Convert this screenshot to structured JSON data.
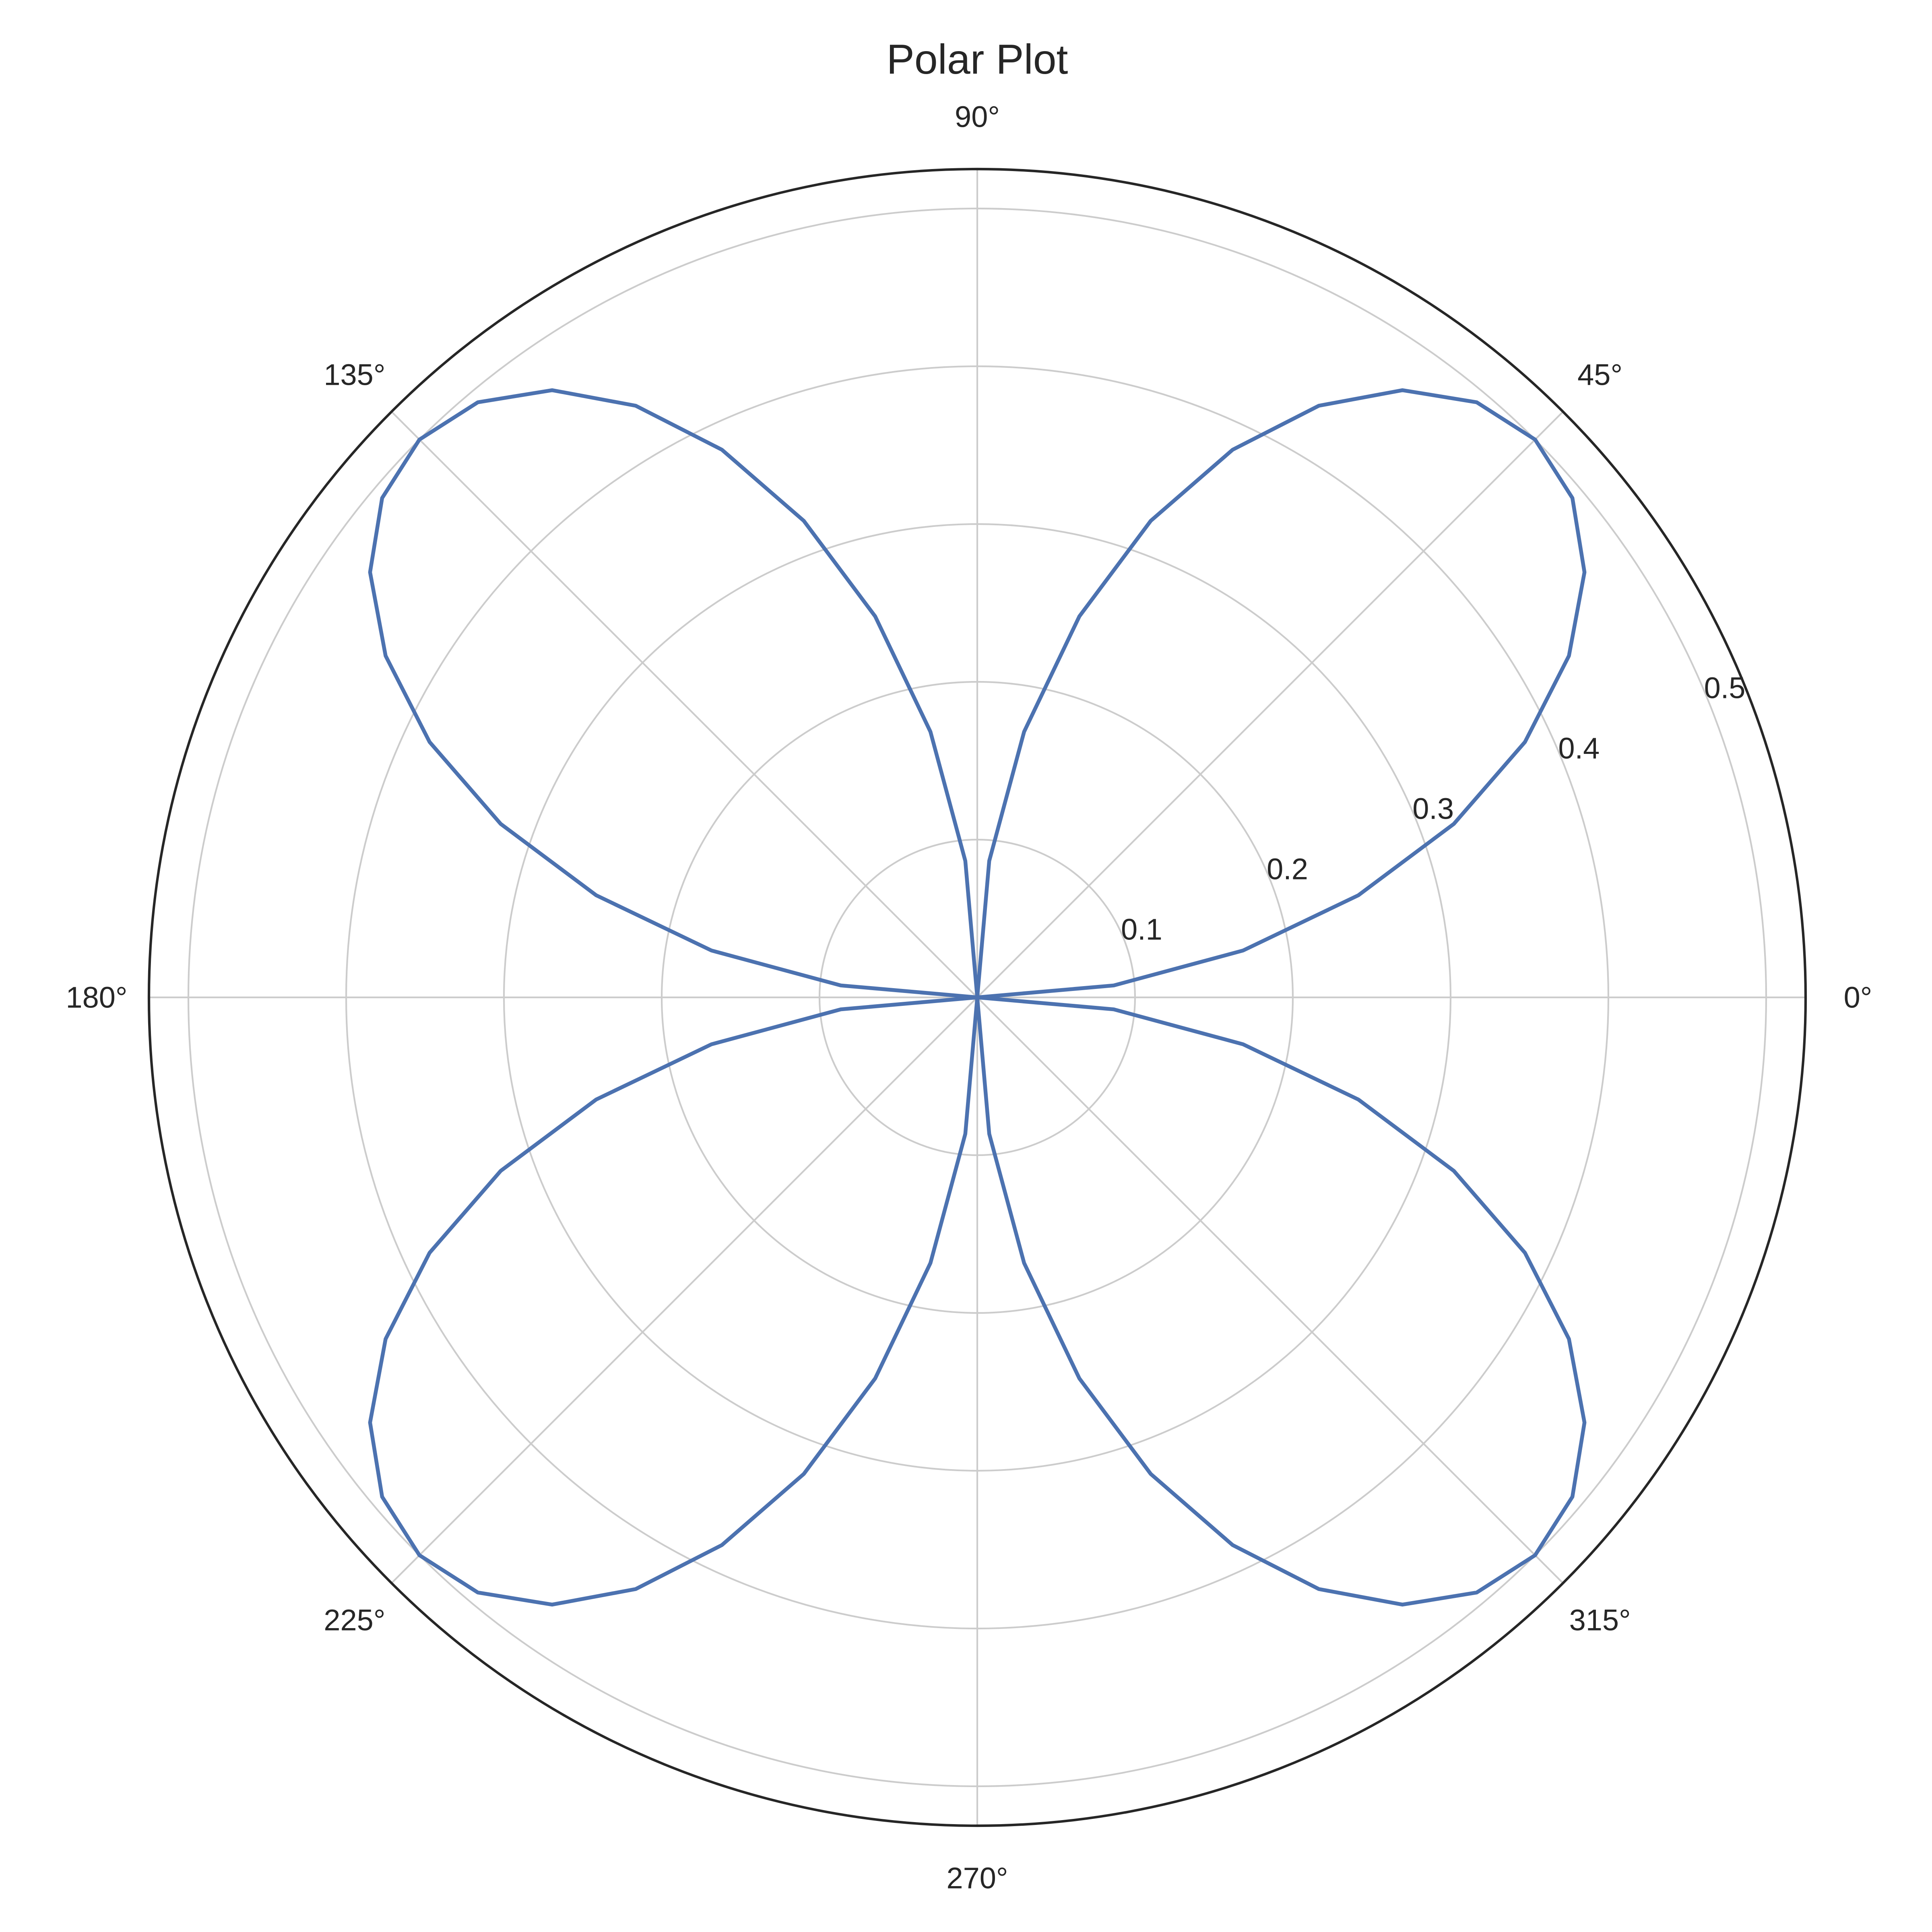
{
  "chart_data": {
    "type": "polar-line",
    "title": "Polar Plot",
    "angle_ticks": [
      {
        "deg": 0,
        "label": "0°"
      },
      {
        "deg": 45,
        "label": "45°"
      },
      {
        "deg": 90,
        "label": "90°"
      },
      {
        "deg": 135,
        "label": "135°"
      },
      {
        "deg": 180,
        "label": "180°"
      },
      {
        "deg": 225,
        "label": "225°"
      },
      {
        "deg": 270,
        "label": "270°"
      },
      {
        "deg": 315,
        "label": "315°"
      }
    ],
    "radial_ticks": [
      {
        "r": 0.1,
        "label": "0.1"
      },
      {
        "r": 0.2,
        "label": "0.2"
      },
      {
        "r": 0.3,
        "label": "0.3"
      },
      {
        "r": 0.4,
        "label": "0.4"
      },
      {
        "r": 0.5,
        "label": "0.5"
      }
    ],
    "radial_label_angle_deg": 22.5,
    "rlim": [
      0,
      0.525
    ],
    "grid": true,
    "series": [
      {
        "color": "#4c72b0",
        "function": "r = |sin(2*theta)| / 2",
        "theta_deg": [
          0,
          5,
          10,
          15,
          20,
          25,
          30,
          35,
          40,
          45,
          50,
          55,
          60,
          65,
          70,
          75,
          80,
          85,
          90,
          95,
          100,
          105,
          110,
          115,
          120,
          125,
          130,
          135,
          140,
          145,
          150,
          155,
          160,
          165,
          170,
          175,
          180,
          185,
          190,
          195,
          200,
          205,
          210,
          215,
          220,
          225,
          230,
          235,
          240,
          245,
          250,
          255,
          260,
          265,
          270,
          275,
          280,
          285,
          290,
          295,
          300,
          305,
          310,
          315,
          320,
          325,
          330,
          335,
          340,
          345,
          350,
          355,
          360
        ],
        "r": [
          0,
          0.0868,
          0.171,
          0.25,
          0.3214,
          0.383,
          0.433,
          0.4698,
          0.4924,
          0.5,
          0.4924,
          0.4698,
          0.433,
          0.383,
          0.3214,
          0.25,
          0.171,
          0.0868,
          0,
          0.0868,
          0.171,
          0.25,
          0.3214,
          0.383,
          0.433,
          0.4698,
          0.4924,
          0.5,
          0.4924,
          0.4698,
          0.433,
          0.383,
          0.3214,
          0.25,
          0.171,
          0.0868,
          0,
          0.0868,
          0.171,
          0.25,
          0.3214,
          0.383,
          0.433,
          0.4698,
          0.4924,
          0.5,
          0.4924,
          0.4698,
          0.433,
          0.383,
          0.3214,
          0.25,
          0.171,
          0.0868,
          0,
          0.0868,
          0.171,
          0.25,
          0.3214,
          0.383,
          0.433,
          0.4698,
          0.4924,
          0.5,
          0.4924,
          0.4698,
          0.433,
          0.383,
          0.3214,
          0.25,
          0.171,
          0.0868,
          0
        ]
      }
    ]
  }
}
